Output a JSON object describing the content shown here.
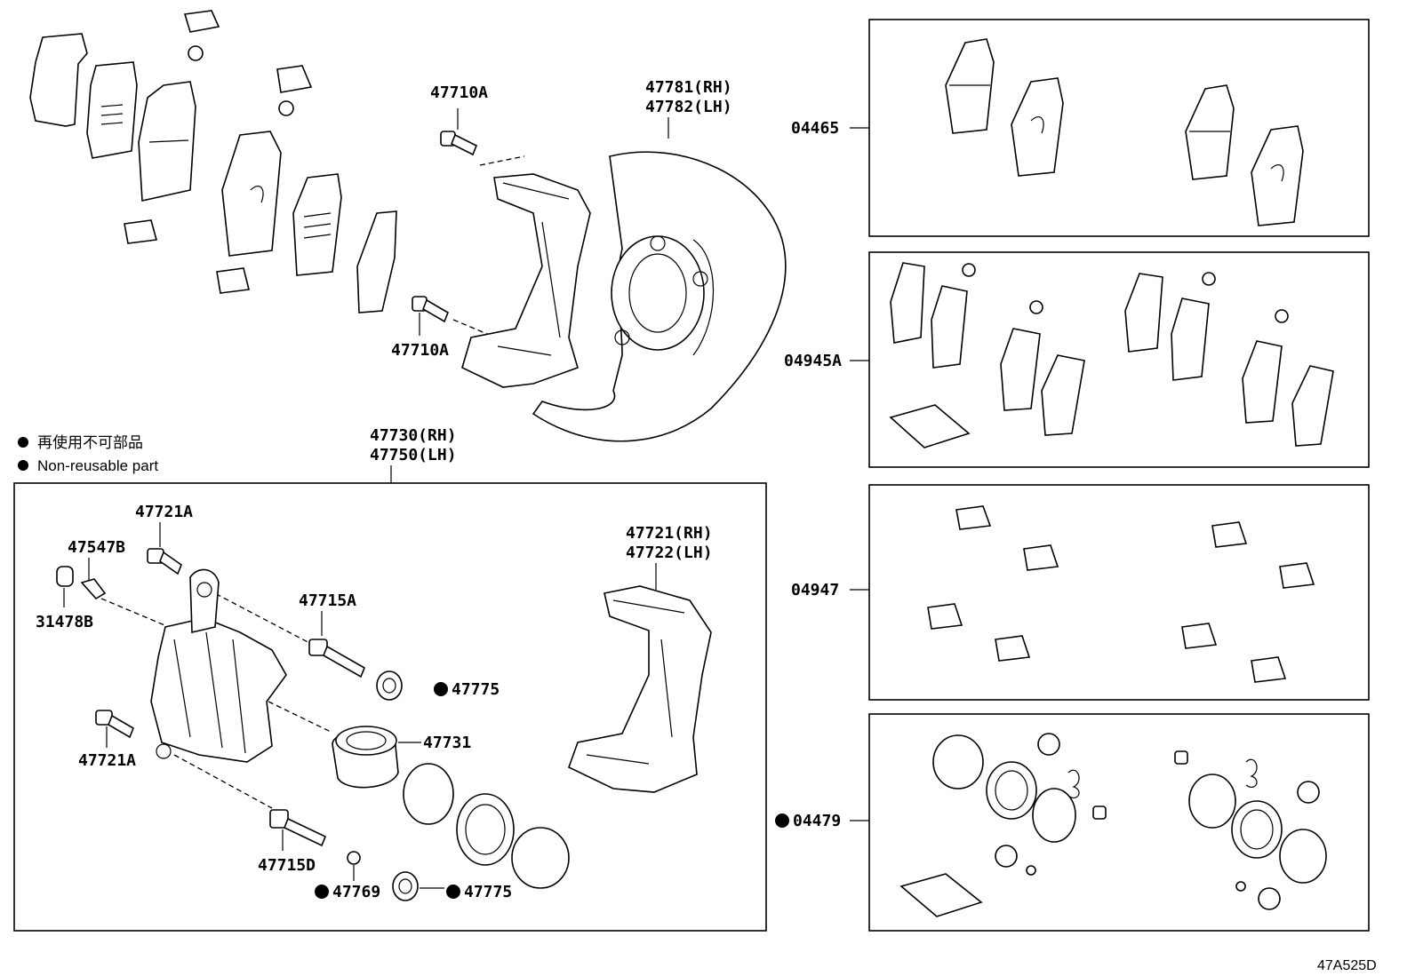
{
  "legend": {
    "japanese": "再使用不可部品",
    "english": "Non-reusable part"
  },
  "footer_code": "47A525D",
  "labels": {
    "bolt_upper": "47710A",
    "bolt_lower": "47710A",
    "dust_cover_rh": "47781(RH)",
    "dust_cover_lh": "47782(LH)",
    "caliper_rh": "47730(RH)",
    "caliper_lh": "47750(LH)",
    "bolt_47721a_top": "47721A",
    "bleeder_plug": "47547B",
    "cap": "31478B",
    "pin_47715a": "47715A",
    "boot_47775_upper": "47775",
    "piston": "47731",
    "bolt_47721a_bottom": "47721A",
    "pin_47715d": "47715D",
    "ring_47769": "47769",
    "boot_47775_lower": "47775",
    "mounting_rh": "47721(RH)",
    "mounting_lh": "47722(LH)",
    "kit_04465": "04465",
    "kit_04945a": "04945A",
    "kit_04947": "04947",
    "kit_04479": "04479"
  }
}
